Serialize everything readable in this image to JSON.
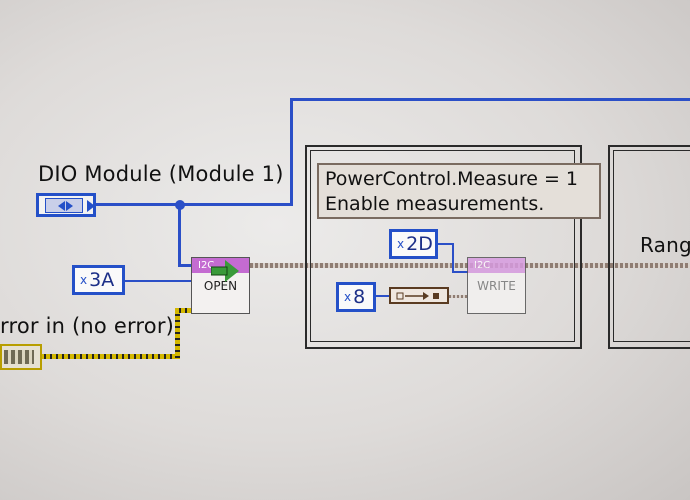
{
  "dio_module": {
    "label": "DIO Module (Module 1)",
    "icon": "dio-module-ref-icon"
  },
  "error_in": {
    "label": "rror in (no error)"
  },
  "constants": {
    "c3a": "3A",
    "c2d": "2D",
    "c8": "8",
    "prefix": "x"
  },
  "i2c_open": {
    "header": "I2C",
    "name": "OPEN"
  },
  "i2c_write": {
    "header": "I2C",
    "name": "WRITE"
  },
  "comment": {
    "line1": "PowerControl.Measure = 1",
    "line2": "Enable measurements."
  },
  "next_frame": {
    "label": "Rang"
  },
  "colors": {
    "ref_wire": "#2b4fc7",
    "error_wire": "#d4b800",
    "i2c_header": "#c46bd1"
  }
}
